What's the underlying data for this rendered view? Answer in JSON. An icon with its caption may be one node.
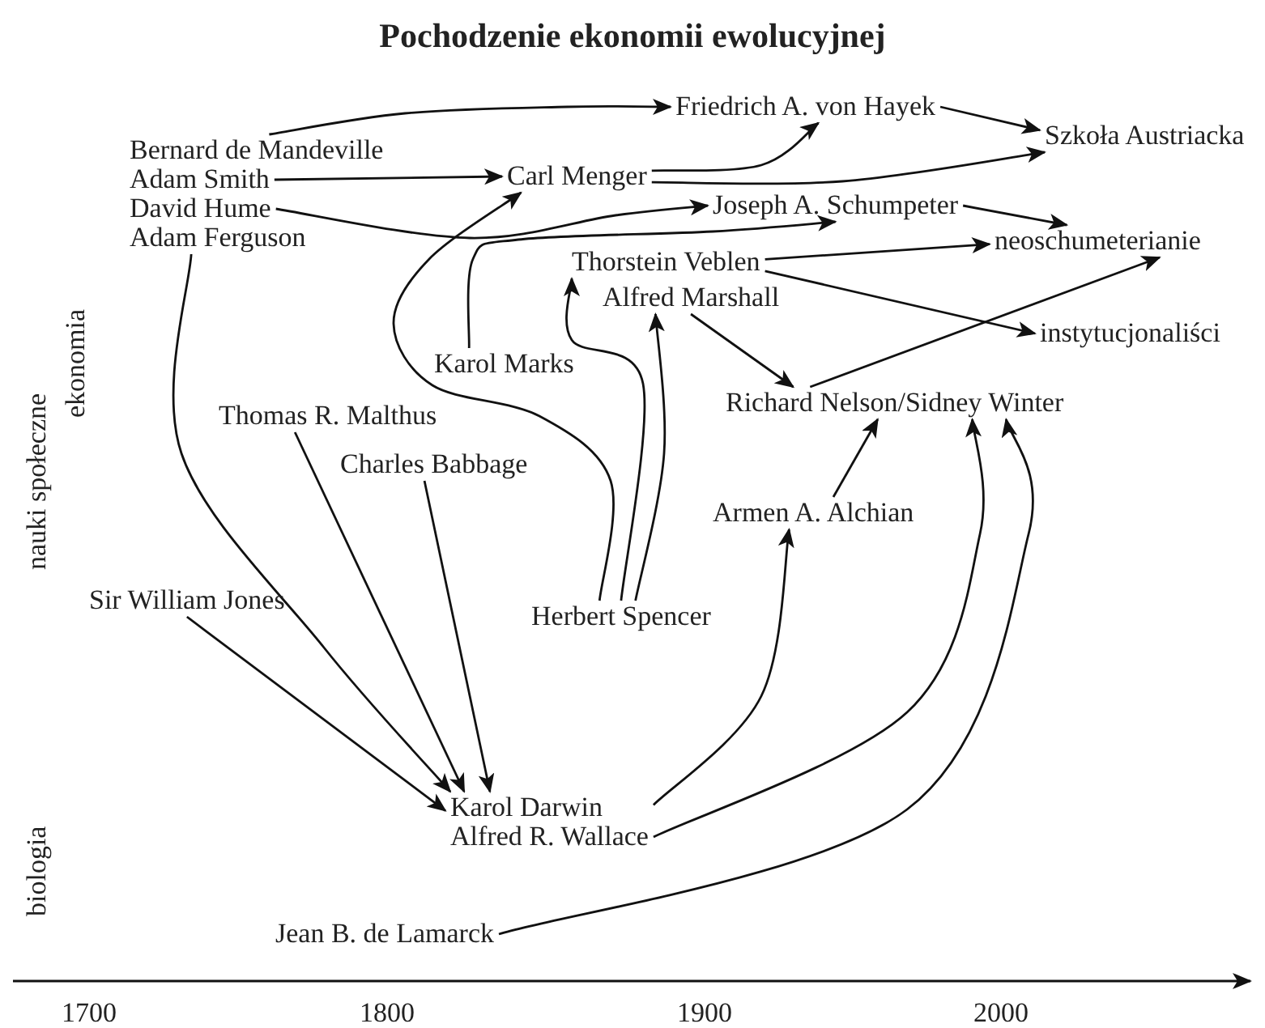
{
  "diagram": {
    "title": "Pochodzenie ekonomii ewolucyjnej",
    "nodes": [
      {
        "text": [
          "Friedrich A. von Hayek"
        ]
      },
      {
        "text": [
          "Bernard de Mandeville"
        ]
      },
      {
        "text": [
          "Szkoła Austriacka"
        ]
      },
      {
        "text": [
          "Adam Smith"
        ]
      },
      {
        "text": [
          "Carl Menger"
        ]
      },
      {
        "text": [
          "David Hume"
        ]
      },
      {
        "text": [
          "Joseph A. Schumpeter"
        ]
      },
      {
        "text": [
          "Adam Ferguson"
        ]
      },
      {
        "text": [
          "Thorstein Veblen"
        ]
      },
      {
        "text": [
          "neoschumeterianie"
        ]
      },
      {
        "text": [
          "Alfred Marshall"
        ]
      },
      {
        "text": [
          "instytucjonaliści"
        ]
      },
      {
        "text": [
          "Karol Marks"
        ]
      },
      {
        "text": [
          "Richard Nelson/Sidney Winter"
        ]
      },
      {
        "text": [
          "Thomas R. Malthus"
        ]
      },
      {
        "text": [
          "Charles Babbage"
        ]
      },
      {
        "text": [
          "Armen A. Alchian"
        ]
      },
      {
        "text": [
          "Sir William Jones"
        ]
      },
      {
        "text": [
          "Herbert Spencer"
        ]
      },
      {
        "text": [
          "Karol Darwin",
          "Alfred R. Wallace"
        ]
      },
      {
        "text": [
          "Jean B. de Lamarck"
        ]
      }
    ],
    "edges": [
      {
        "from": 1,
        "to": 0,
        "arrow": "to"
      },
      {
        "from": 3,
        "to": 4,
        "arrow": "to"
      },
      {
        "from": 5,
        "to": 6,
        "arrow": "to"
      },
      {
        "from": 7,
        "to": 19,
        "arrow": "to"
      },
      {
        "from": 4,
        "to": 0,
        "arrow": "to"
      },
      {
        "from": 4,
        "to": 2,
        "arrow": "to"
      },
      {
        "from": 0,
        "to": 2,
        "arrow": "to"
      },
      {
        "from": 6,
        "to": 9,
        "arrow": "to"
      },
      {
        "from": 12,
        "to": 6,
        "arrow": "to"
      },
      {
        "from": 8,
        "to": 9,
        "arrow": "to"
      },
      {
        "from": 8,
        "to": 11,
        "arrow": "to"
      },
      {
        "from": 10,
        "to": 13,
        "arrow": "to"
      },
      {
        "from": 13,
        "to": 9,
        "arrow": "to"
      },
      {
        "from": 16,
        "to": 13,
        "arrow": "to"
      },
      {
        "from": 14,
        "to": 19,
        "arrow": "to"
      },
      {
        "from": 15,
        "to": 19,
        "arrow": "to"
      },
      {
        "from": 17,
        "to": 19,
        "arrow": "to"
      },
      {
        "from": 18,
        "to": 4,
        "arrow": "to"
      },
      {
        "from": 18,
        "to": 8,
        "arrow": "to"
      },
      {
        "from": 18,
        "to": 10,
        "arrow": "to"
      },
      {
        "from": 19,
        "to": 16,
        "arrow": "to"
      },
      {
        "from": 19,
        "to": 13,
        "arrow": "to"
      },
      {
        "from": 20,
        "to": 13,
        "arrow": "to"
      }
    ],
    "labels": [
      "nauki społeczne",
      "ekonomia",
      "biologia",
      "1700",
      "1800",
      "1900",
      "2000"
    ]
  }
}
